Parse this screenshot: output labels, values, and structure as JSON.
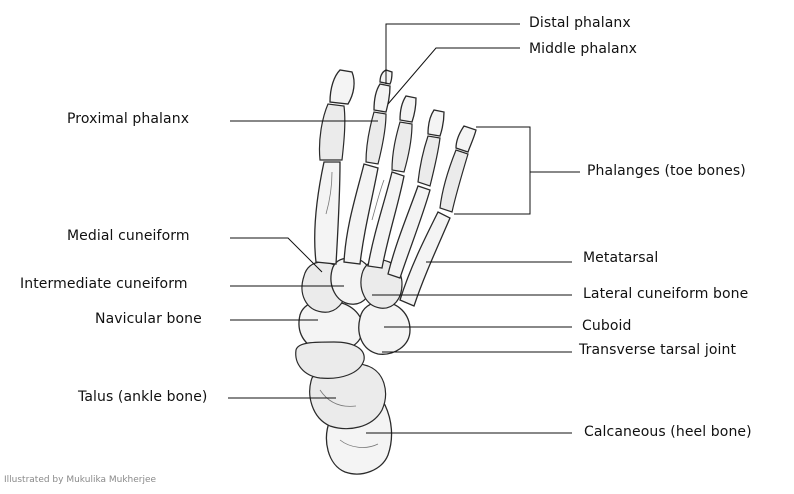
{
  "labels": {
    "distal_phalanx": "Distal phalanx",
    "middle_phalanx": "Middle phalanx",
    "proximal_phalanx": "Proximal phalanx",
    "phalanges": "Phalanges (toe bones)",
    "medial_cuneiform": "Medial cuneiform",
    "metatarsal": "Metatarsal",
    "intermediate_cuneiform": "Intermediate cuneiform",
    "lateral_cuneiform": "Lateral cuneiform bone",
    "navicular": "Navicular bone",
    "cuboid": "Cuboid",
    "transverse_tarsal_joint": "Transverse tarsal joint",
    "talus": "Talus (ankle bone)",
    "calcaneous": "Calcaneous (heel bone)"
  },
  "credit": "Illustrated by Mukulika Mukherjee"
}
